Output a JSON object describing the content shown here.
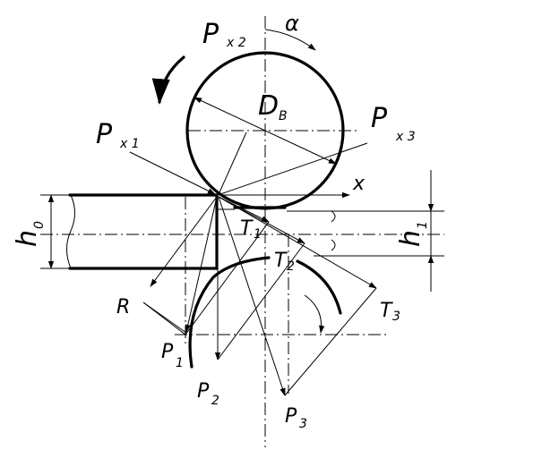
{
  "labels": {
    "px2": {
      "main": "P",
      "sub": "x 2"
    },
    "px1": {
      "main": "P",
      "sub": "x 1"
    },
    "px3": {
      "main": "P",
      "sub": "x 3"
    },
    "alpha": "α",
    "db": {
      "main": "D",
      "sub": "B"
    },
    "x": "x",
    "h0": {
      "main": "h",
      "sub": "0"
    },
    "h1": {
      "main": "h",
      "sub": "1"
    },
    "t1": {
      "main": "T",
      "sub": "1"
    },
    "t2": {
      "main": "T",
      "sub": "2"
    },
    "t3": {
      "main": "T",
      "sub": "3"
    },
    "r": "R",
    "p1": {
      "main": "P",
      "sub": "1"
    },
    "p2": {
      "main": "P",
      "sub": "2"
    },
    "p3": {
      "main": "P",
      "sub": "3"
    }
  }
}
